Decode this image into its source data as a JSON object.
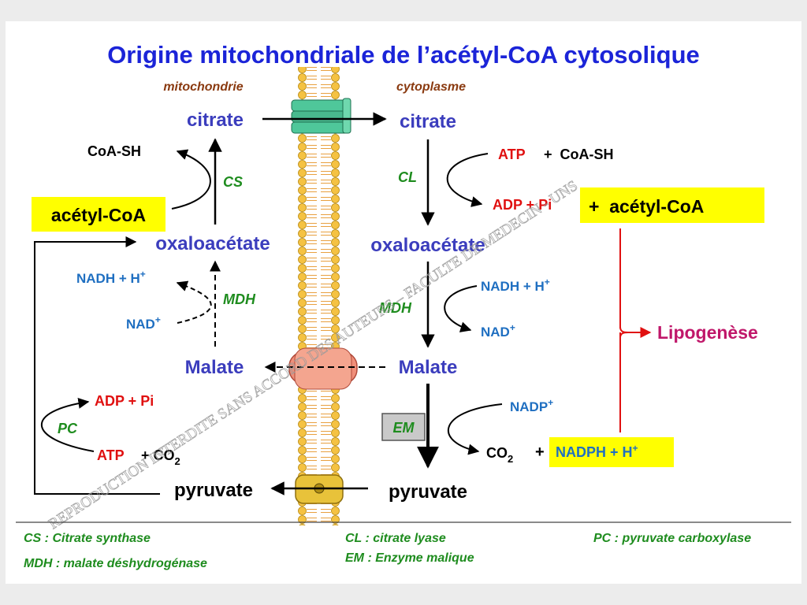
{
  "title": "Origine mitochondriale de l’acétyl-CoA cytosolique",
  "compartments": {
    "left": "mitochondrie",
    "right": "cytoplasme"
  },
  "metabolites": {
    "citrate_mito": "citrate",
    "citrate_cyto": "citrate",
    "oxalo_mito": "oxaloacétate",
    "oxalo_cyto": "oxaloacétate",
    "malate_mito": "Malate",
    "malate_cyto": "Malate",
    "pyruvate_mito": "pyruvate",
    "pyruvate_cyto": "pyruvate",
    "acetylcoa_mito": "acétyl-CoA",
    "acetylcoa_cyto": "+  acétyl-CoA",
    "coash_mito": "CoA-SH"
  },
  "enzymes": {
    "cs": "CS",
    "cl": "CL",
    "mdh_mito": "MDH",
    "mdh_cyto": "MDH",
    "em": "EM",
    "pc": "PC"
  },
  "cofactors": {
    "nadh_mito": "NADH + H",
    "nad_mito": "NAD",
    "nadh_cyto": "NADH + H",
    "nad_cyto": "NAD",
    "atp_cyto": "ATP",
    "plus_coash": "+  CoA-SH",
    "adp_cyto": "ADP + Pi",
    "adp_mito": "ADP + Pi",
    "atp_mito": "ATP",
    "plus_co2_mito": "+ CO",
    "nadp": "NADP",
    "co2": "CO",
    "plus": "+",
    "nadph": "NADPH + H",
    "sup_plus": "+",
    "sub_2": "2"
  },
  "lipogenese": "Lipogenèse",
  "watermark": "REPRODUCTION INTERDITE SANS ACCORD DES AUTEURS – FACULTE DE MEDECIN - UNS",
  "legend": {
    "cs": "CS : Citrate synthase",
    "mdh": "MDH : malate déshydrogénase",
    "cl": "CL : citrate lyase",
    "em": "EM : Enzyme malique",
    "pc": "PC : pyruvate carboxylase"
  },
  "colors": {
    "title": "#1b24d8",
    "metabolite": "#3b3dbd",
    "enzyme": "#1e8c1e",
    "cofactor_blue": "#1f6fc1",
    "red": "#e01010",
    "lipogenese": "#c0176a",
    "highlight": "#ffff00",
    "legend": "#1e8c1e"
  }
}
